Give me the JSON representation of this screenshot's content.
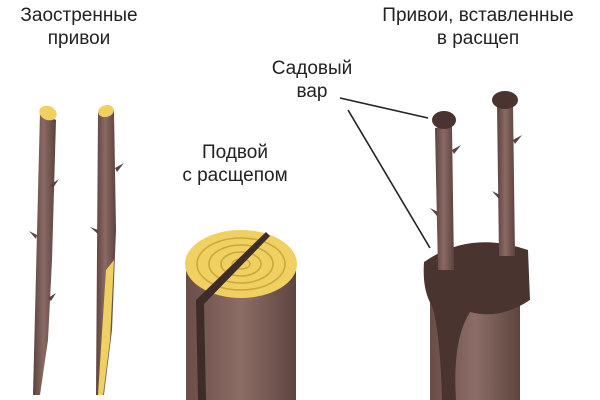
{
  "labels": {
    "sharpened_scions": [
      "Заостренные",
      "привои"
    ],
    "split_rootstock": [
      "Подвой",
      "с расщепом"
    ],
    "garden_pitch": [
      "Садовый",
      "вар"
    ],
    "inserted_scions": [
      "Привои, вставленные",
      "в расщеп"
    ]
  },
  "colors": {
    "bark": "#7a5a54",
    "bark_dark": "#5c423d",
    "wood_cut": "#f0d060",
    "wood_ring": "#c9a93a",
    "pitch": "#4a3430"
  }
}
